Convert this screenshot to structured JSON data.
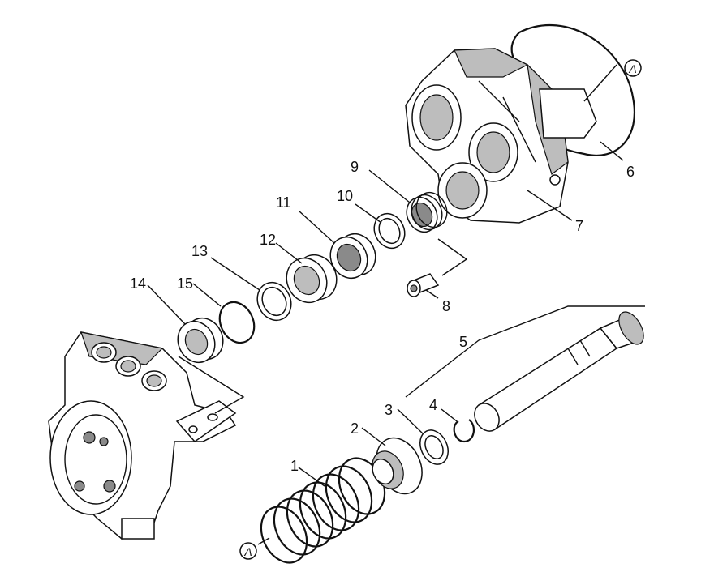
{
  "callouts": {
    "n1": "1",
    "n2": "2",
    "n3": "3",
    "n4": "4",
    "n5": "5",
    "n6": "6",
    "n7": "7",
    "n8": "8",
    "n9": "9",
    "n10": "10",
    "n11": "11",
    "n12": "12",
    "n13": "13",
    "n14": "14",
    "n15": "15"
  },
  "markers": {
    "top": "A",
    "bottom": "A"
  }
}
